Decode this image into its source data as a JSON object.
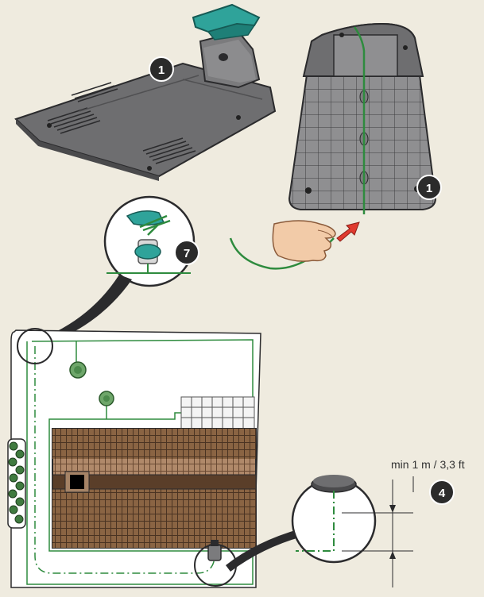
{
  "callouts": {
    "station_top": "1",
    "station_back": "1",
    "connector": "7",
    "distance": "4"
  },
  "measurement": {
    "label": "min 1 m / 3,3 ft"
  },
  "colors": {
    "background": "#efebdf",
    "wire": "#2e8b3e",
    "station_plate": "#6e6e70",
    "station_cover": "#2fa39a",
    "house_roof": "#7a5a3c",
    "arrow": "#e03a2f",
    "callout_fill": "#2b2b2b"
  },
  "icons": {
    "station_top_view": "charging-station-icon",
    "station_back_view": "charging-station-underside-icon",
    "hand": "hand-icon",
    "coupler": "wire-coupler-icon"
  }
}
